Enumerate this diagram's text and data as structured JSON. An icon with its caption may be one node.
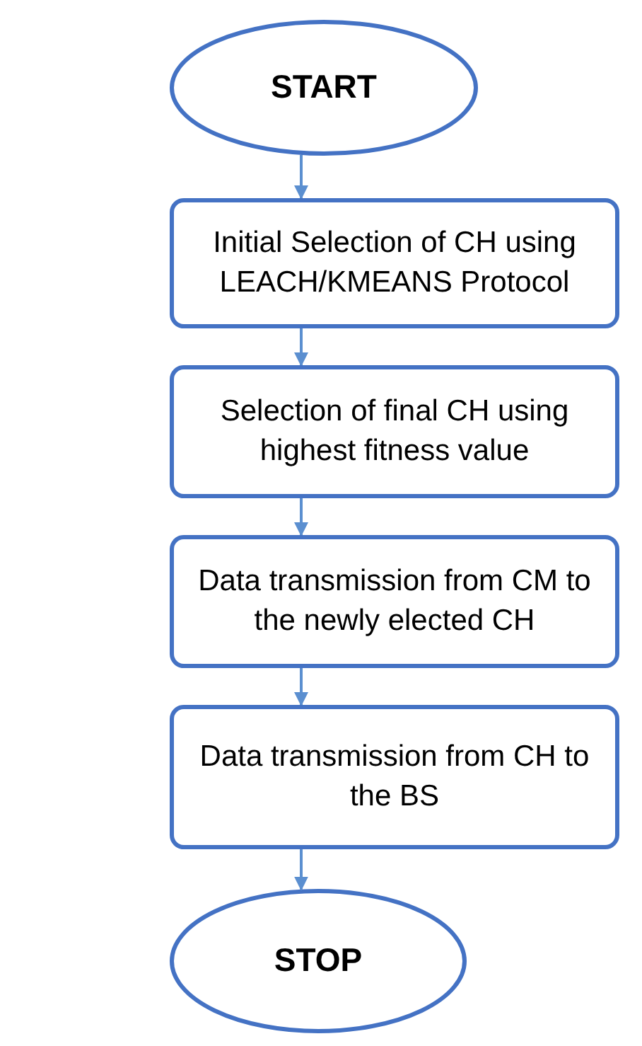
{
  "diagram": {
    "nodes": [
      {
        "text": [
          "START"
        ]
      },
      {
        "text": [
          "Initial Selection of CH using LEACH/KMEANS Protocol"
        ]
      },
      {
        "text": [
          "Selection of final CH using highest fitness value"
        ]
      },
      {
        "text": [
          "Data transmission from CM to the newly elected CH"
        ]
      },
      {
        "text": [
          "Data transmission from CH to the BS"
        ]
      },
      {
        "text": [
          "STOP"
        ]
      }
    ],
    "edges": [
      {
        "from": 0,
        "to": 1,
        "arrow": "to"
      },
      {
        "from": 1,
        "to": 2,
        "arrow": "to"
      },
      {
        "from": 2,
        "to": 3,
        "arrow": "to"
      },
      {
        "from": 3,
        "to": 4,
        "arrow": "to"
      },
      {
        "from": 4,
        "to": 5,
        "arrow": "to"
      }
    ]
  }
}
